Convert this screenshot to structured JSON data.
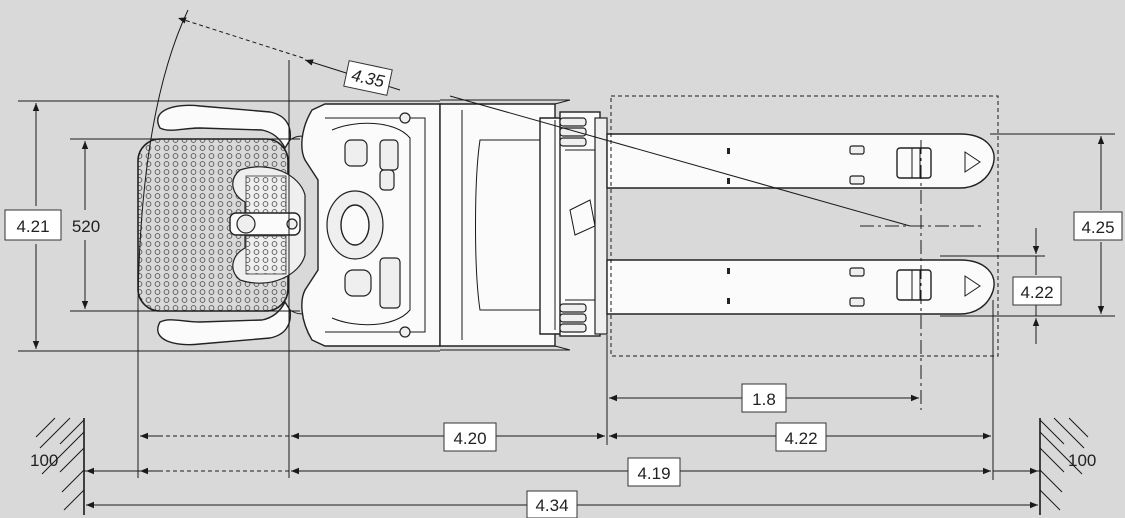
{
  "labels": {
    "dim_435": "4.35",
    "dim_421": "4.21",
    "dim_520": "520",
    "dim_425": "4.25",
    "dim_422_fork": "4.22",
    "dim_18": "1.8",
    "dim_420": "4.20",
    "dim_422_bottom": "4.22",
    "dim_419": "4.19",
    "dim_434": "4.34",
    "wall_left": "100",
    "wall_right": "100"
  },
  "colors": {
    "background": "#d9d9d9",
    "line": "#1a1a1a",
    "label_box": "#ffffff"
  },
  "icons": {
    "arrowhead": "filled-triangle",
    "wall": "hatched-wall"
  }
}
